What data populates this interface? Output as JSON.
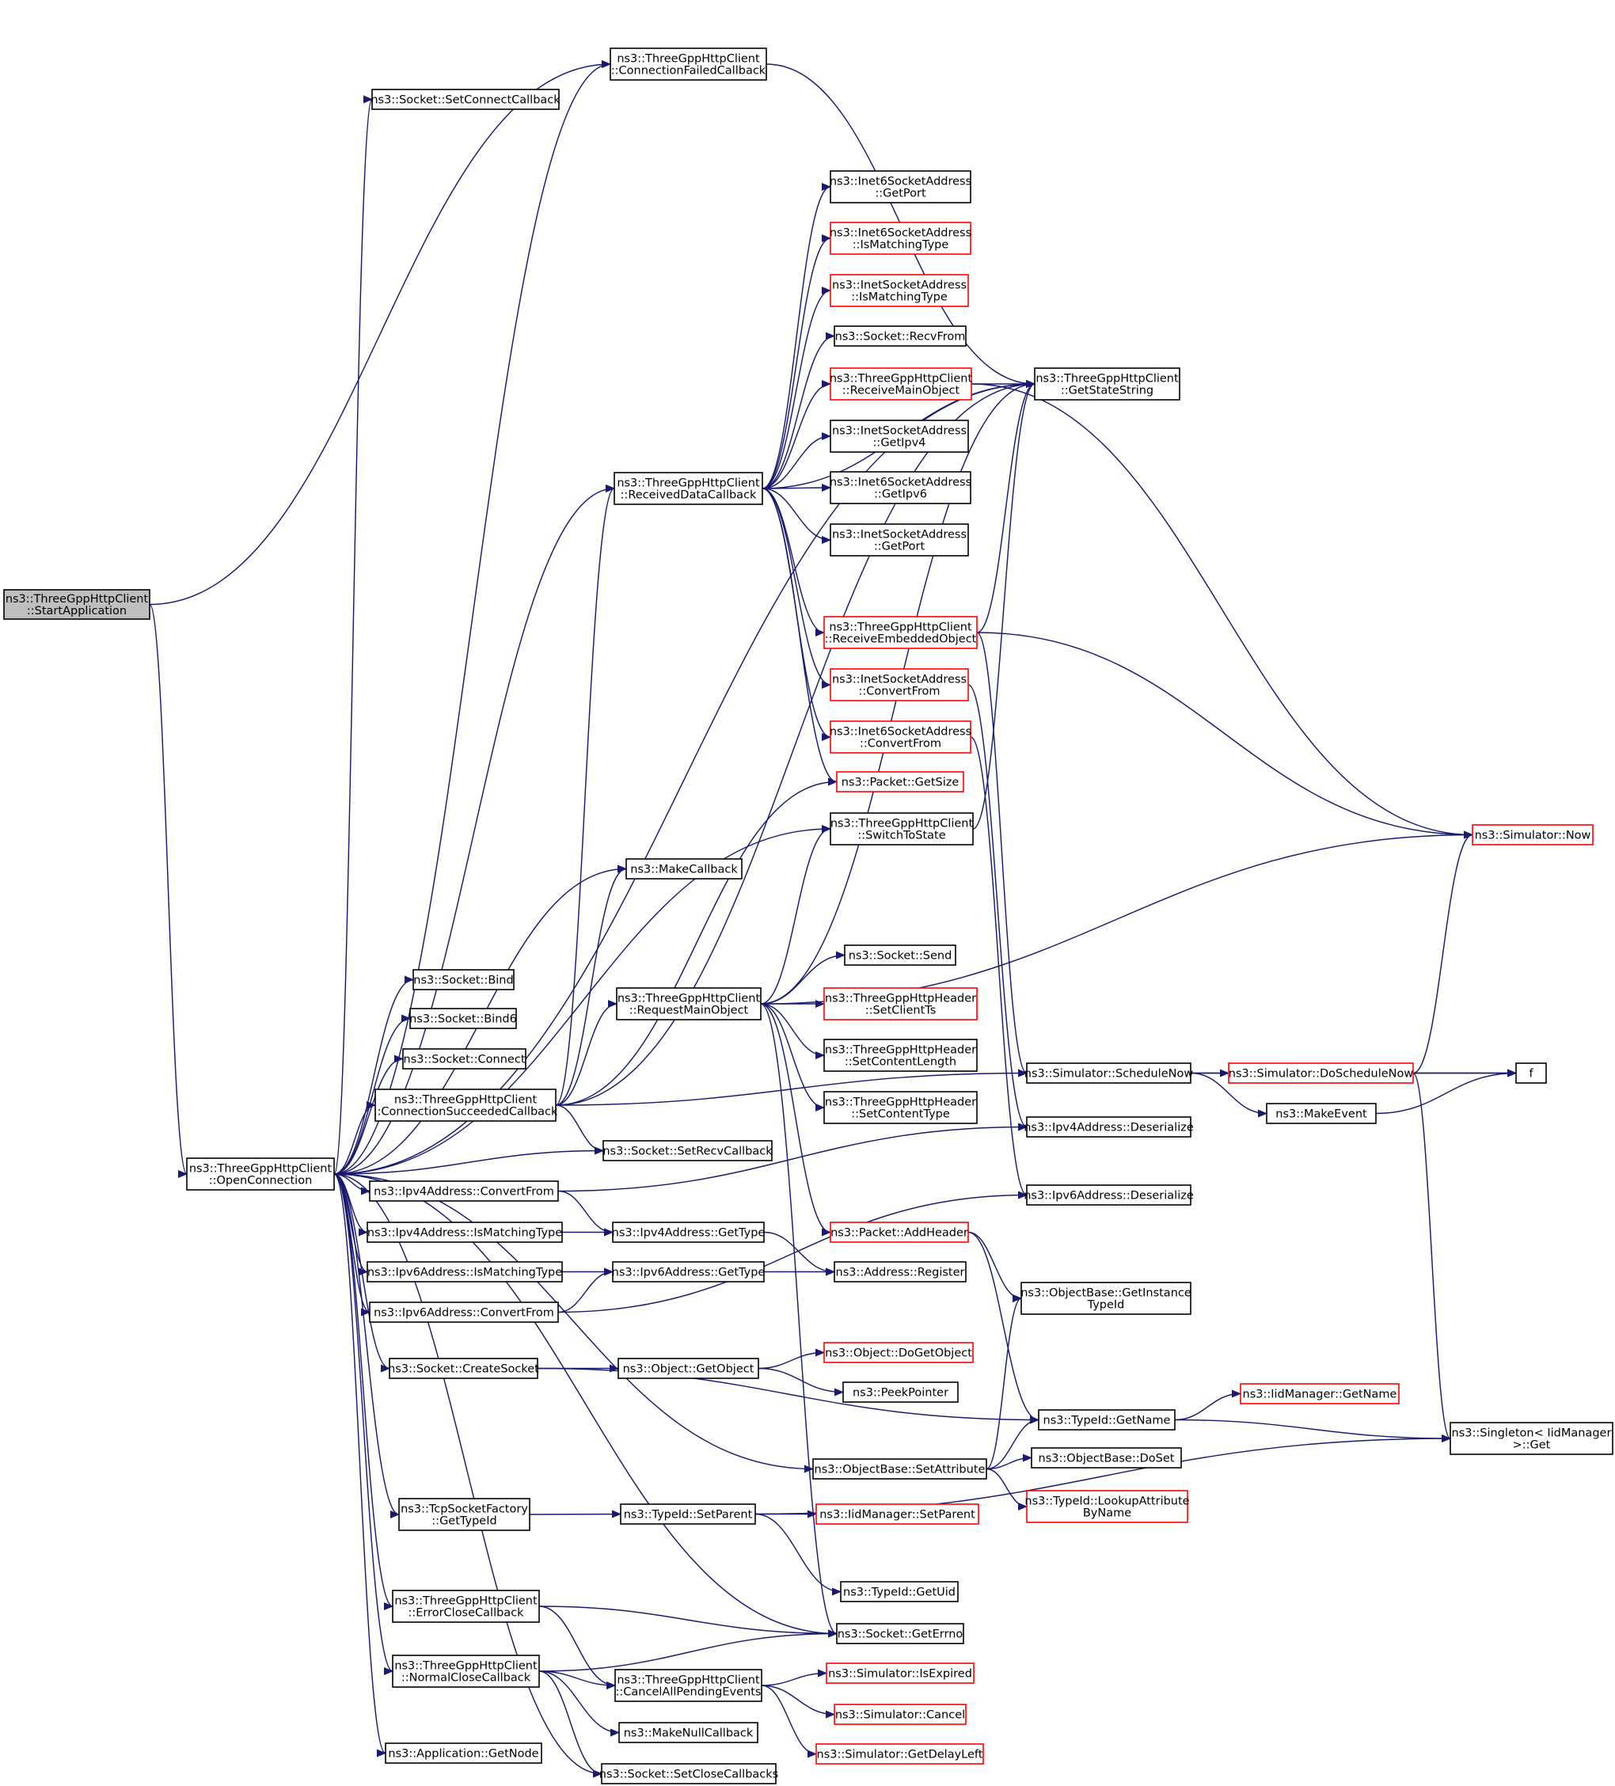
{
  "colors": {
    "edge": "#191970",
    "box_border_normal": "#000000",
    "box_border_truncated": "#ff0000",
    "root_fill": "#bfbfbf",
    "node_fill": "#ffffff",
    "background": "#ffffff"
  },
  "nodes": [
    {
      "id": "start",
      "lines": [
        "ns3::ThreeGppHttpClient",
        "::StartApplication"
      ],
      "style": "root"
    },
    {
      "id": "conn_failed",
      "lines": [
        "ns3::ThreeGppHttpClient",
        "::ConnectionFailedCallback"
      ],
      "style": "normal"
    },
    {
      "id": "set_connect_cb",
      "lines": [
        "ns3::Socket::SetConnectCallback"
      ],
      "style": "normal"
    },
    {
      "id": "get_state_string",
      "lines": [
        "ns3::ThreeGppHttpClient",
        "::GetStateString"
      ],
      "style": "normal"
    },
    {
      "id": "inet6_getport",
      "lines": [
        "ns3::Inet6SocketAddress",
        "::GetPort"
      ],
      "style": "normal"
    },
    {
      "id": "inet6_ismatching",
      "lines": [
        "ns3::Inet6SocketAddress",
        "::IsMatchingType"
      ],
      "style": "red"
    },
    {
      "id": "inet_ismatching",
      "lines": [
        "ns3::InetSocketAddress",
        "::IsMatchingType"
      ],
      "style": "red"
    },
    {
      "id": "recv_from",
      "lines": [
        "ns3::Socket::RecvFrom"
      ],
      "style": "normal"
    },
    {
      "id": "receive_main",
      "lines": [
        "ns3::ThreeGppHttpClient",
        "::ReceiveMainObject"
      ],
      "style": "red"
    },
    {
      "id": "inet_getipv4",
      "lines": [
        "ns3::InetSocketAddress",
        "::GetIpv4"
      ],
      "style": "normal"
    },
    {
      "id": "received_data",
      "lines": [
        "ns3::ThreeGppHttpClient",
        "::ReceivedDataCallback"
      ],
      "style": "normal"
    },
    {
      "id": "inet6_getipv6",
      "lines": [
        "ns3::Inet6SocketAddress",
        "::GetIpv6"
      ],
      "style": "normal"
    },
    {
      "id": "inet_getport",
      "lines": [
        "ns3::InetSocketAddress",
        "::GetPort"
      ],
      "style": "normal"
    },
    {
      "id": "receive_embedded",
      "lines": [
        "ns3::ThreeGppHttpClient",
        "::ReceiveEmbeddedObject"
      ],
      "style": "red"
    },
    {
      "id": "inet_convertfrom",
      "lines": [
        "ns3::InetSocketAddress",
        "::ConvertFrom"
      ],
      "style": "red"
    },
    {
      "id": "inet6_convertfrom",
      "lines": [
        "ns3::Inet6SocketAddress",
        "::ConvertFrom"
      ],
      "style": "red"
    },
    {
      "id": "packet_getsize",
      "lines": [
        "ns3::Packet::GetSize"
      ],
      "style": "red"
    },
    {
      "id": "switch_to_state",
      "lines": [
        "ns3::ThreeGppHttpClient",
        "::SwitchToState"
      ],
      "style": "normal"
    },
    {
      "id": "sim_now",
      "lines": [
        "ns3::Simulator::Now"
      ],
      "style": "red"
    },
    {
      "id": "make_callback",
      "lines": [
        "ns3::MakeCallback"
      ],
      "style": "normal"
    },
    {
      "id": "socket_send",
      "lines": [
        "ns3::Socket::Send"
      ],
      "style": "normal"
    },
    {
      "id": "socket_bind",
      "lines": [
        "ns3::Socket::Bind"
      ],
      "style": "normal"
    },
    {
      "id": "request_main",
      "lines": [
        "ns3::ThreeGppHttpClient",
        "::RequestMainObject"
      ],
      "style": "normal"
    },
    {
      "id": "set_client_ts",
      "lines": [
        "ns3::ThreeGppHttpHeader",
        "::SetClientTs"
      ],
      "style": "red"
    },
    {
      "id": "socket_bind6",
      "lines": [
        "ns3::Socket::Bind6"
      ],
      "style": "normal"
    },
    {
      "id": "set_content_length",
      "lines": [
        "ns3::ThreeGppHttpHeader",
        "::SetContentLength"
      ],
      "style": "normal"
    },
    {
      "id": "socket_connect",
      "lines": [
        "ns3::Socket::Connect"
      ],
      "style": "normal"
    },
    {
      "id": "sim_schedule_now",
      "lines": [
        "ns3::Simulator::ScheduleNow"
      ],
      "style": "normal"
    },
    {
      "id": "sim_do_schedule_now",
      "lines": [
        "ns3::Simulator::DoScheduleNow"
      ],
      "style": "red"
    },
    {
      "id": "f",
      "lines": [
        "f"
      ],
      "style": "normal"
    },
    {
      "id": "conn_succeeded",
      "lines": [
        "ns3::ThreeGppHttpClient",
        "::ConnectionSucceededCallback"
      ],
      "style": "normal"
    },
    {
      "id": "set_content_type",
      "lines": [
        "ns3::ThreeGppHttpHeader",
        "::SetContentType"
      ],
      "style": "normal"
    },
    {
      "id": "make_event",
      "lines": [
        "ns3::MakeEvent"
      ],
      "style": "normal"
    },
    {
      "id": "ipv4_deserialize",
      "lines": [
        "ns3::Ipv4Address::Deserialize"
      ],
      "style": "normal"
    },
    {
      "id": "set_recv_cb",
      "lines": [
        "ns3::Socket::SetRecvCallback"
      ],
      "style": "normal"
    },
    {
      "id": "open_connection",
      "lines": [
        "ns3::ThreeGppHttpClient",
        "::OpenConnection"
      ],
      "style": "normal"
    },
    {
      "id": "ipv4_convertfrom",
      "lines": [
        "ns3::Ipv4Address::ConvertFrom"
      ],
      "style": "normal"
    },
    {
      "id": "ipv6_deserialize",
      "lines": [
        "ns3::Ipv6Address::Deserialize"
      ],
      "style": "normal"
    },
    {
      "id": "ipv4_ismatching",
      "lines": [
        "ns3::Ipv4Address::IsMatchingType"
      ],
      "style": "normal"
    },
    {
      "id": "ipv4_gettype",
      "lines": [
        "ns3::Ipv4Address::GetType"
      ],
      "style": "normal"
    },
    {
      "id": "packet_addheader",
      "lines": [
        "ns3::Packet::AddHeader"
      ],
      "style": "red"
    },
    {
      "id": "ipv6_ismatching",
      "lines": [
        "ns3::Ipv6Address::IsMatchingType"
      ],
      "style": "normal"
    },
    {
      "id": "ipv6_gettype",
      "lines": [
        "ns3::Ipv6Address::GetType"
      ],
      "style": "normal"
    },
    {
      "id": "address_register",
      "lines": [
        "ns3::Address::Register"
      ],
      "style": "normal"
    },
    {
      "id": "objbase_getinstance",
      "lines": [
        "ns3::ObjectBase::GetInstance",
        "TypeId"
      ],
      "style": "normal"
    },
    {
      "id": "ipv6_convertfrom",
      "lines": [
        "ns3::Ipv6Address::ConvertFrom"
      ],
      "style": "normal"
    },
    {
      "id": "object_dogetobject",
      "lines": [
        "ns3::Object::DoGetObject"
      ],
      "style": "red"
    },
    {
      "id": "socket_create",
      "lines": [
        "ns3::Socket::CreateSocket"
      ],
      "style": "normal"
    },
    {
      "id": "object_getobject",
      "lines": [
        "ns3::Object::GetObject"
      ],
      "style": "normal"
    },
    {
      "id": "peek_pointer",
      "lines": [
        "ns3::PeekPointer"
      ],
      "style": "normal"
    },
    {
      "id": "iid_getname",
      "lines": [
        "ns3::IidManager::GetName"
      ],
      "style": "red"
    },
    {
      "id": "typeid_getname",
      "lines": [
        "ns3::TypeId::GetName"
      ],
      "style": "normal"
    },
    {
      "id": "singleton_get",
      "lines": [
        "ns3::Singleton< IidManager",
        " >::Get"
      ],
      "style": "normal"
    },
    {
      "id": "objbase_setattr",
      "lines": [
        "ns3::ObjectBase::SetAttribute"
      ],
      "style": "normal"
    },
    {
      "id": "objbase_doset",
      "lines": [
        "ns3::ObjectBase::DoSet"
      ],
      "style": "normal"
    },
    {
      "id": "typeid_lookupattr",
      "lines": [
        "ns3::TypeId::LookupAttribute",
        "ByName"
      ],
      "style": "red"
    },
    {
      "id": "tcp_gettypeid",
      "lines": [
        "ns3::TcpSocketFactory",
        "::GetTypeId"
      ],
      "style": "normal"
    },
    {
      "id": "typeid_setparent",
      "lines": [
        "ns3::TypeId::SetParent"
      ],
      "style": "normal"
    },
    {
      "id": "iid_setparent",
      "lines": [
        "ns3::IidManager::SetParent"
      ],
      "style": "red"
    },
    {
      "id": "typeid_getuid",
      "lines": [
        "ns3::TypeId::GetUid"
      ],
      "style": "normal"
    },
    {
      "id": "error_close",
      "lines": [
        "ns3::ThreeGppHttpClient",
        "::ErrorCloseCallback"
      ],
      "style": "normal"
    },
    {
      "id": "socket_geterrno",
      "lines": [
        "ns3::Socket::GetErrno"
      ],
      "style": "normal"
    },
    {
      "id": "normal_close",
      "lines": [
        "ns3::ThreeGppHttpClient",
        "::NormalCloseCallback"
      ],
      "style": "normal"
    },
    {
      "id": "cancel_all",
      "lines": [
        "ns3::ThreeGppHttpClient",
        "::CancelAllPendingEvents"
      ],
      "style": "normal"
    },
    {
      "id": "sim_isexpired",
      "lines": [
        "ns3::Simulator::IsExpired"
      ],
      "style": "red"
    },
    {
      "id": "sim_cancel",
      "lines": [
        "ns3::Simulator::Cancel"
      ],
      "style": "red"
    },
    {
      "id": "make_null_cb",
      "lines": [
        "ns3::MakeNullCallback"
      ],
      "style": "normal"
    },
    {
      "id": "sim_getdelayleft",
      "lines": [
        "ns3::Simulator::GetDelayLeft"
      ],
      "style": "red"
    },
    {
      "id": "app_getnode",
      "lines": [
        "ns3::Application::GetNode"
      ],
      "style": "normal"
    },
    {
      "id": "set_close_cbs",
      "lines": [
        "ns3::Socket::SetCloseCallbacks"
      ],
      "style": "normal"
    }
  ],
  "edges": [
    [
      "start",
      "conn_failed"
    ],
    [
      "start",
      "open_connection"
    ],
    [
      "conn_failed",
      "get_state_string"
    ],
    [
      "open_connection",
      "set_connect_cb"
    ],
    [
      "open_connection",
      "conn_failed"
    ],
    [
      "open_connection",
      "get_state_string"
    ],
    [
      "open_connection",
      "received_data"
    ],
    [
      "open_connection",
      "switch_to_state"
    ],
    [
      "open_connection",
      "make_callback"
    ],
    [
      "open_connection",
      "socket_bind"
    ],
    [
      "open_connection",
      "socket_bind6"
    ],
    [
      "open_connection",
      "socket_connect"
    ],
    [
      "open_connection",
      "conn_succeeded"
    ],
    [
      "open_connection",
      "set_recv_cb"
    ],
    [
      "open_connection",
      "ipv4_convertfrom"
    ],
    [
      "open_connection",
      "ipv4_ismatching"
    ],
    [
      "open_connection",
      "ipv6_ismatching"
    ],
    [
      "open_connection",
      "ipv6_convertfrom"
    ],
    [
      "open_connection",
      "socket_create"
    ],
    [
      "open_connection",
      "objbase_setattr"
    ],
    [
      "open_connection",
      "tcp_gettypeid"
    ],
    [
      "open_connection",
      "socket_geterrno"
    ],
    [
      "open_connection",
      "error_close"
    ],
    [
      "open_connection",
      "normal_close"
    ],
    [
      "open_connection",
      "app_getnode"
    ],
    [
      "open_connection",
      "set_close_cbs"
    ],
    [
      "received_data",
      "get_state_string"
    ],
    [
      "received_data",
      "inet6_getport"
    ],
    [
      "received_data",
      "inet6_ismatching"
    ],
    [
      "received_data",
      "inet_ismatching"
    ],
    [
      "received_data",
      "recv_from"
    ],
    [
      "received_data",
      "receive_main"
    ],
    [
      "received_data",
      "inet_getipv4"
    ],
    [
      "received_data",
      "inet6_getipv6"
    ],
    [
      "received_data",
      "inet_getport"
    ],
    [
      "received_data",
      "receive_embedded"
    ],
    [
      "received_data",
      "inet_convertfrom"
    ],
    [
      "received_data",
      "inet6_convertfrom"
    ],
    [
      "received_data",
      "packet_getsize"
    ],
    [
      "receive_main",
      "get_state_string"
    ],
    [
      "receive_main",
      "sim_now"
    ],
    [
      "receive_embedded",
      "get_state_string"
    ],
    [
      "receive_embedded",
      "sim_now"
    ],
    [
      "receive_embedded",
      "sim_schedule_now"
    ],
    [
      "inet_convertfrom",
      "ipv4_deserialize"
    ],
    [
      "inet6_convertfrom",
      "ipv6_deserialize"
    ],
    [
      "switch_to_state",
      "get_state_string"
    ],
    [
      "conn_succeeded",
      "received_data"
    ],
    [
      "conn_succeeded",
      "make_callback"
    ],
    [
      "conn_succeeded",
      "request_main"
    ],
    [
      "conn_succeeded",
      "set_recv_cb"
    ],
    [
      "conn_succeeded",
      "sim_schedule_now"
    ],
    [
      "conn_succeeded",
      "packet_getsize"
    ],
    [
      "conn_succeeded",
      "get_state_string"
    ],
    [
      "request_main",
      "get_state_string"
    ],
    [
      "request_main",
      "switch_to_state"
    ],
    [
      "request_main",
      "sim_now"
    ],
    [
      "request_main",
      "socket_send"
    ],
    [
      "request_main",
      "set_client_ts"
    ],
    [
      "request_main",
      "set_content_length"
    ],
    [
      "request_main",
      "set_content_type"
    ],
    [
      "request_main",
      "packet_addheader"
    ],
    [
      "request_main",
      "socket_geterrno"
    ],
    [
      "sim_schedule_now",
      "sim_do_schedule_now"
    ],
    [
      "sim_schedule_now",
      "make_event"
    ],
    [
      "sim_schedule_now",
      "f"
    ],
    [
      "sim_do_schedule_now",
      "f"
    ],
    [
      "sim_do_schedule_now",
      "sim_now"
    ],
    [
      "sim_do_schedule_now",
      "singleton_get"
    ],
    [
      "make_event",
      "f"
    ],
    [
      "ipv4_convertfrom",
      "ipv4_gettype"
    ],
    [
      "ipv4_convertfrom",
      "ipv4_deserialize"
    ],
    [
      "ipv4_ismatching",
      "ipv4_gettype"
    ],
    [
      "ipv4_gettype",
      "address_register"
    ],
    [
      "ipv6_ismatching",
      "ipv6_gettype"
    ],
    [
      "ipv6_gettype",
      "address_register"
    ],
    [
      "ipv6_convertfrom",
      "ipv6_gettype"
    ],
    [
      "ipv6_convertfrom",
      "ipv6_deserialize"
    ],
    [
      "packet_addheader",
      "objbase_getinstance"
    ],
    [
      "packet_addheader",
      "typeid_getname"
    ],
    [
      "socket_create",
      "object_getobject"
    ],
    [
      "socket_create",
      "typeid_getname"
    ],
    [
      "object_getobject",
      "object_dogetobject"
    ],
    [
      "object_getobject",
      "peek_pointer"
    ],
    [
      "typeid_getname",
      "iid_getname"
    ],
    [
      "typeid_getname",
      "singleton_get"
    ],
    [
      "objbase_setattr",
      "objbase_getinstance"
    ],
    [
      "objbase_setattr",
      "typeid_getname"
    ],
    [
      "objbase_setattr",
      "objbase_doset"
    ],
    [
      "objbase_setattr",
      "typeid_lookupattr"
    ],
    [
      "tcp_gettypeid",
      "typeid_setparent"
    ],
    [
      "typeid_setparent",
      "iid_setparent"
    ],
    [
      "typeid_setparent",
      "typeid_getuid"
    ],
    [
      "typeid_setparent",
      "singleton_get"
    ],
    [
      "error_close",
      "socket_geterrno"
    ],
    [
      "error_close",
      "cancel_all"
    ],
    [
      "normal_close",
      "socket_geterrno"
    ],
    [
      "normal_close",
      "cancel_all"
    ],
    [
      "normal_close",
      "make_null_cb"
    ],
    [
      "normal_close",
      "set_close_cbs"
    ],
    [
      "cancel_all",
      "sim_isexpired"
    ],
    [
      "cancel_all",
      "sim_cancel"
    ],
    [
      "cancel_all",
      "sim_getdelayleft"
    ]
  ]
}
